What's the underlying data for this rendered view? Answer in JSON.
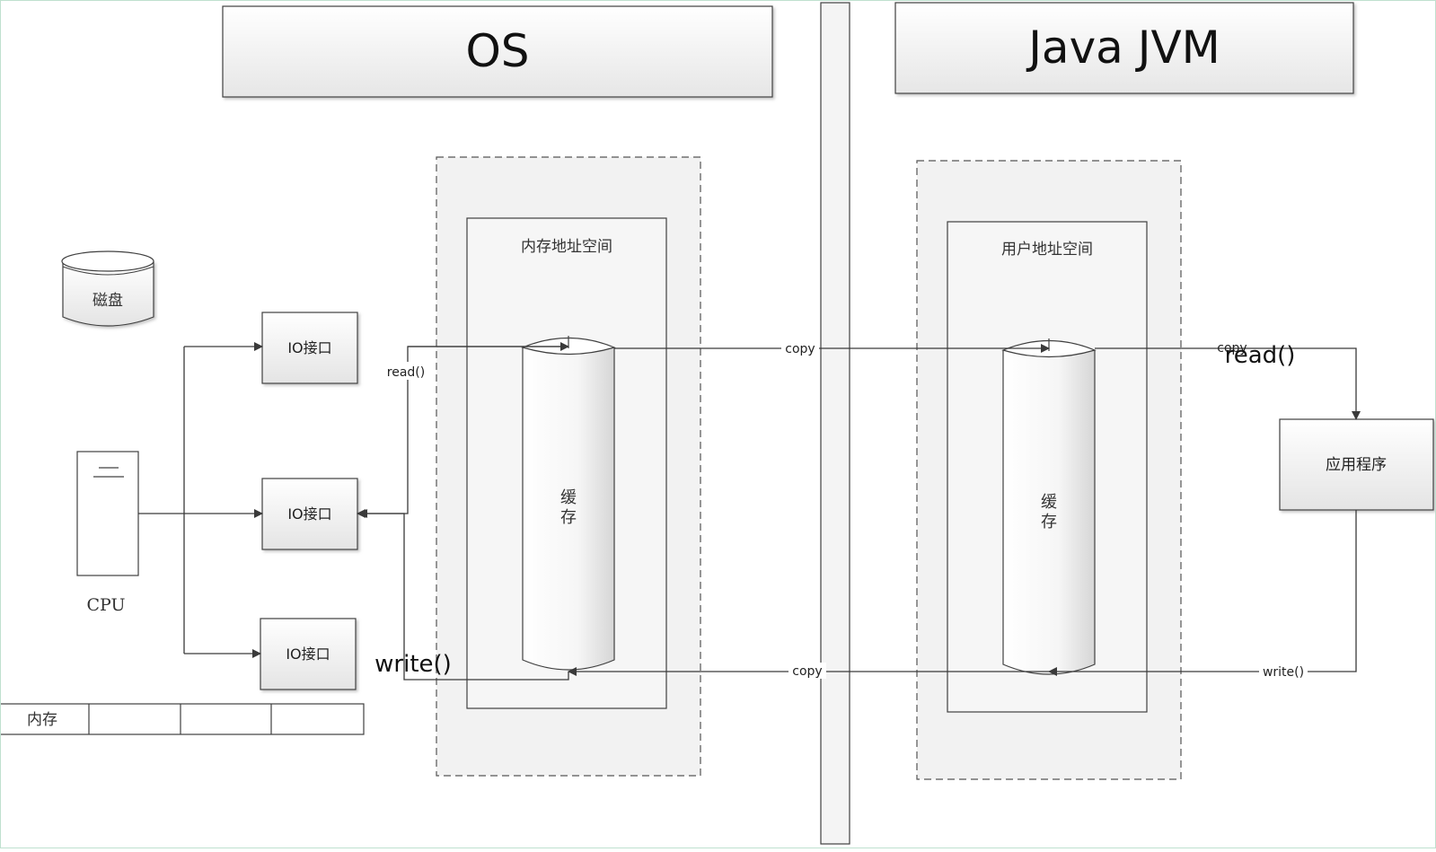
{
  "header": {
    "os_title": "OS",
    "jvm_title": "Java JVM"
  },
  "hardware": {
    "disk_label": "磁盘",
    "cpu_label": "CPU",
    "io_labels": [
      "IO接口",
      "IO接口",
      "IO接口"
    ],
    "memory_label": "内存"
  },
  "os_side": {
    "address_space_label": "内存地址空间",
    "cache_label": "缓\n存",
    "read_label": "read()",
    "write_label": "write()"
  },
  "jvm_side": {
    "address_space_label": "用户地址空间",
    "cache_label": "缓\n存",
    "app_label": "应用程序"
  },
  "flow": {
    "copy_top": "copy",
    "copy_top_right": "copy",
    "read_big": "read()",
    "copy_bottom": "copy",
    "write_small": "write()"
  },
  "colors": {
    "line": "#3a3a3a",
    "box_border": "#404040",
    "dashed_fill": "#f2f2f2"
  }
}
